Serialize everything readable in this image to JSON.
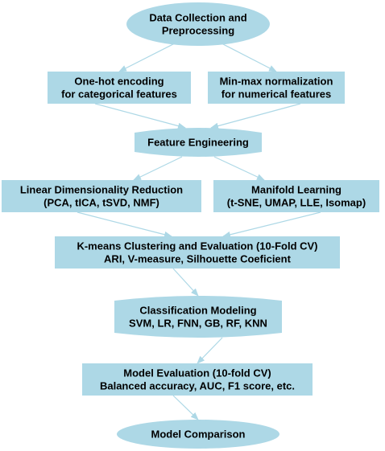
{
  "colors": {
    "node_fill": "#add8e6",
    "edge": "#add8e6",
    "text": "#000000",
    "background": "#ffffff"
  },
  "nodes": {
    "data_collection": {
      "shape": "ellipse",
      "lines": [
        "Data Collection and",
        "Preprocessing"
      ]
    },
    "one_hot": {
      "shape": "rect",
      "lines": [
        "One-hot encoding",
        "for categorical features"
      ]
    },
    "min_max": {
      "shape": "rect",
      "lines": [
        "Min-max normalization",
        "for numerical features"
      ]
    },
    "feature_engineering": {
      "shape": "cylinder",
      "lines": [
        "Feature Engineering"
      ]
    },
    "linear_dr": {
      "shape": "rect",
      "lines": [
        "Linear Dimensionality Reduction",
        "(PCA, tICA, tSVD, NMF)"
      ]
    },
    "manifold": {
      "shape": "rect",
      "lines": [
        "Manifold Learning",
        "(t-SNE, UMAP, LLE, Isomap)"
      ]
    },
    "kmeans": {
      "shape": "rect",
      "lines": [
        "K-means Clustering and Evaluation (10-Fold CV)",
        "ARI, V-measure, Silhouette Coeficient"
      ]
    },
    "classification": {
      "shape": "cylinder",
      "lines": [
        "Classification Modeling",
        "SVM, LR, FNN, GB, RF, KNN"
      ]
    },
    "model_eval": {
      "shape": "rect",
      "lines": [
        "Model Evaluation (10-fold CV)",
        "Balanced accuracy, AUC, F1 score, etc."
      ]
    },
    "model_comparison": {
      "shape": "ellipse",
      "lines": [
        "Model Comparison"
      ]
    }
  },
  "edges": [
    [
      "data_collection",
      "one_hot"
    ],
    [
      "data_collection",
      "min_max"
    ],
    [
      "one_hot",
      "feature_engineering"
    ],
    [
      "min_max",
      "feature_engineering"
    ],
    [
      "feature_engineering",
      "linear_dr"
    ],
    [
      "feature_engineering",
      "manifold"
    ],
    [
      "linear_dr",
      "kmeans"
    ],
    [
      "manifold",
      "kmeans"
    ],
    [
      "kmeans",
      "classification"
    ],
    [
      "classification",
      "model_eval"
    ],
    [
      "model_eval",
      "model_comparison"
    ]
  ]
}
